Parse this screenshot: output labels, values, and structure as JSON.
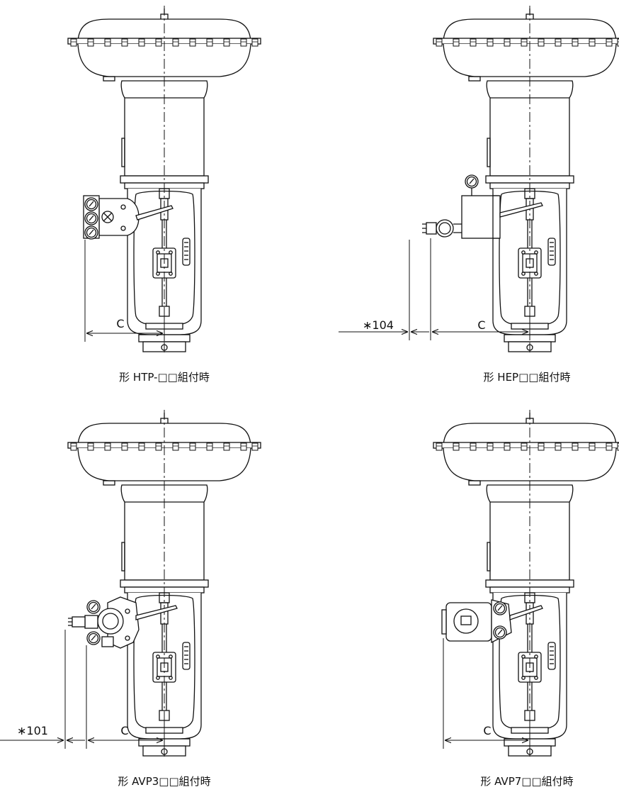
{
  "figures": [
    {
      "caption": "形 HTP-□□組付時",
      "dim_c": "C",
      "dim_extra": ""
    },
    {
      "caption": "形 HEP□□組付時",
      "dim_c": "C",
      "dim_extra": "∗104"
    },
    {
      "caption": "形 AVP3□□組付時",
      "dim_c": "C",
      "dim_extra": "∗101"
    },
    {
      "caption": "形 AVP7□□組付時",
      "dim_c": "C",
      "dim_extra": ""
    }
  ]
}
